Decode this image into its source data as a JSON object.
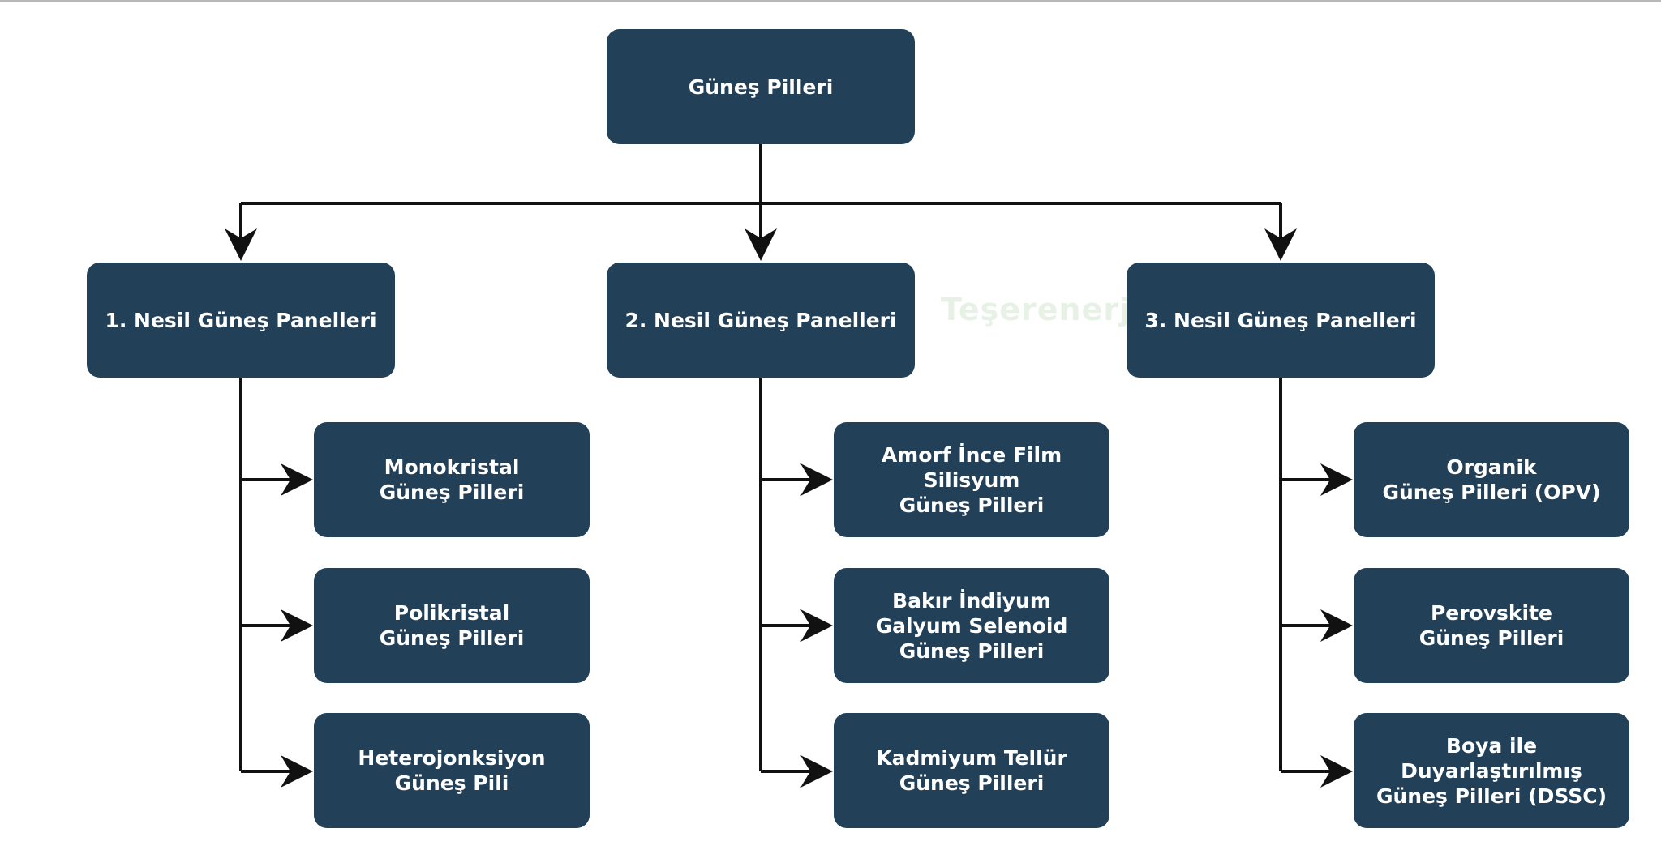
{
  "diagram": {
    "root": "Güneş Pilleri",
    "watermark": "Teşerenerji",
    "generations": [
      {
        "label": "1. Nesil Güneş Panelleri",
        "children": [
          "Monokristal\nGüneş Pilleri",
          "Polikristal\nGüneş Pilleri",
          "Heterojonksiyon\nGüneş Pili"
        ]
      },
      {
        "label": "2. Nesil Güneş Panelleri",
        "children": [
          "Amorf İnce Film\nSilisyum\nGüneş Pilleri",
          "Bakır İndiyum\nGalyum Selenoid\nGüneş Pilleri",
          "Kadmiyum Tellür\nGüneş Pilleri"
        ]
      },
      {
        "label": "3. Nesil Güneş Panelleri",
        "children": [
          "Organik\nGüneş Pilleri (OPV)",
          "Perovskite\nGüneş Pilleri",
          "Boya ile\nDuyarlaştırılmış\nGüneş Pilleri (DSSC)"
        ]
      }
    ],
    "colors": {
      "node_fill": "#234059",
      "node_text": "#ffffff",
      "connector": "#111111",
      "background": "#ffffff"
    }
  }
}
